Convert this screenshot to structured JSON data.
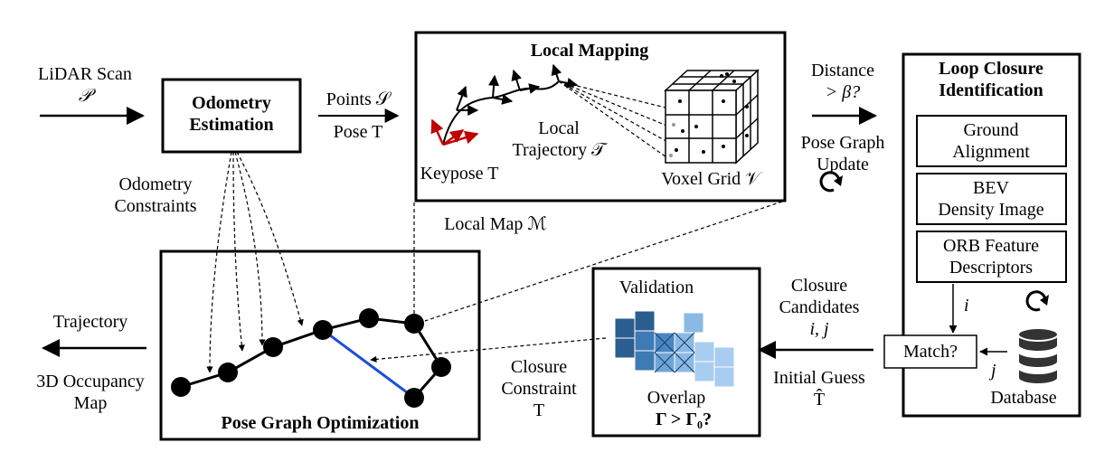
{
  "input": {
    "line1": "LiDAR Scan",
    "symbol": "𝒫"
  },
  "odometry": {
    "line1": "Odometry",
    "line2": "Estimation"
  },
  "points_label": "Points 𝒮",
  "pose_label": "Pose T",
  "odometry_constraints": {
    "line1": "Odometry",
    "line2": "Constraints"
  },
  "local_mapping": {
    "title": "Local Mapping",
    "local_trajectory_line1": "Local",
    "local_trajectory_line2": "Trajectory 𝒯",
    "keypose": "Keypose T",
    "voxel_grid": "Voxel Grid 𝒱"
  },
  "local_map_label": "Local Map ℳ",
  "distance_label": {
    "line1": "Distance",
    "line2": "> β?"
  },
  "pose_graph_update": {
    "line1": "Pose Graph",
    "line2": "Update"
  },
  "loop_closure": {
    "title_line1": "Loop Closure",
    "title_line2": "Identification",
    "step1_line1": "Ground",
    "step1_line2": "Alignment",
    "step2_line1": "BEV",
    "step2_line2": "Density Image",
    "step3_line1": "ORB Feature",
    "step3_line2": "Descriptors",
    "i_label": "i",
    "j_label": "j",
    "match": "Match?",
    "database": "Database"
  },
  "closure_candidates": {
    "line1": "Closure",
    "line2": "Candidates",
    "line3": "i, j"
  },
  "initial_guess": {
    "line1": "Initial Guess",
    "line2": "T̂"
  },
  "validation": {
    "title": "Validation",
    "overlap": "Overlap",
    "condition": "Γ > Γ₀?"
  },
  "closure_constraint": {
    "line1": "Closure",
    "line2": "Constraint",
    "line3": "T"
  },
  "pose_graph_optimization": "Pose Graph Optimization",
  "output": {
    "line1": "Trajectory",
    "line2": "3D Occupancy",
    "line3": "Map"
  }
}
